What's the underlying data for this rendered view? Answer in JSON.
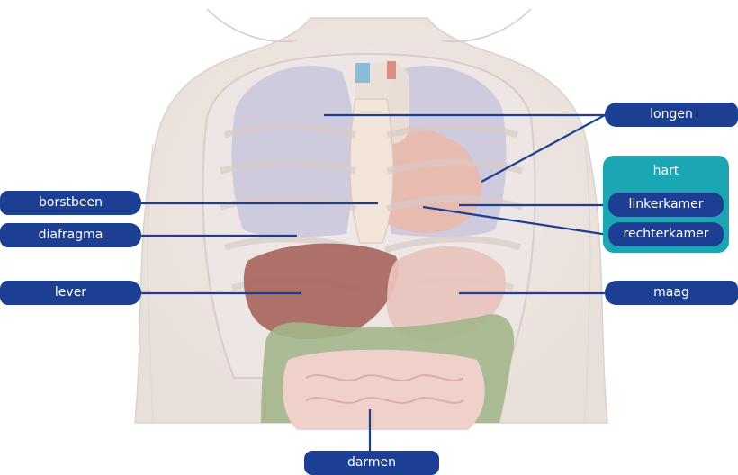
{
  "colors": {
    "label_bg": "#1c3f93",
    "heart_group_bg": "#1aa6b2",
    "leader_line": "#1c3f93"
  },
  "labels": {
    "longen": "longen",
    "hart": "hart",
    "linkerkamer": "linkerkamer",
    "rechterkamer": "rechterkamer",
    "borstbeen": "borstbeen",
    "diafragma": "diafragma",
    "lever": "lever",
    "maag": "maag",
    "darmen": "darmen"
  }
}
